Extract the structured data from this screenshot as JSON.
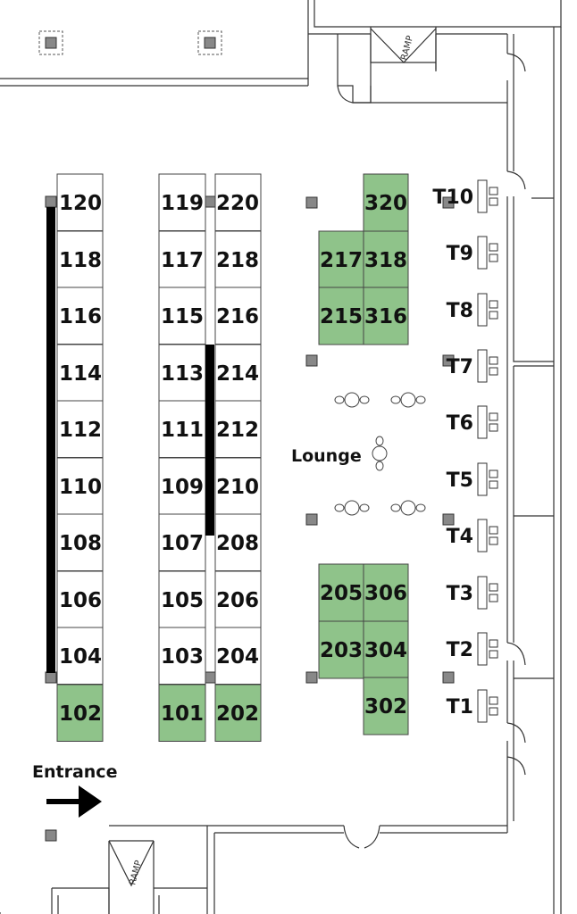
{
  "colors": {
    "available": "#ffffff",
    "reserved": "#8fc38a",
    "booth_border": "#444444",
    "divider": "#000000",
    "pillar": "#888888",
    "wall": "#333333"
  },
  "labels": {
    "lounge": "Lounge",
    "entrance": "Entrance",
    "ramp_top": "RAMP",
    "ramp_bottom": "RAMP"
  },
  "booth_columns": [
    {
      "name": "column-100-left",
      "booths": [
        {
          "id": "120",
          "reserved": false
        },
        {
          "id": "118",
          "reserved": false
        },
        {
          "id": "116",
          "reserved": false
        },
        {
          "id": "114",
          "reserved": false
        },
        {
          "id": "112",
          "reserved": false
        },
        {
          "id": "110",
          "reserved": false
        },
        {
          "id": "108",
          "reserved": false
        },
        {
          "id": "106",
          "reserved": false
        },
        {
          "id": "104",
          "reserved": false
        },
        {
          "id": "102",
          "reserved": true
        }
      ]
    },
    {
      "name": "column-100-right",
      "booths": [
        {
          "id": "119",
          "reserved": false
        },
        {
          "id": "117",
          "reserved": false
        },
        {
          "id": "115",
          "reserved": false
        },
        {
          "id": "113",
          "reserved": false
        },
        {
          "id": "111",
          "reserved": false
        },
        {
          "id": "109",
          "reserved": false
        },
        {
          "id": "107",
          "reserved": false
        },
        {
          "id": "105",
          "reserved": false
        },
        {
          "id": "103",
          "reserved": false
        },
        {
          "id": "101",
          "reserved": true
        }
      ]
    },
    {
      "name": "column-200",
      "booths": [
        {
          "id": "220",
          "reserved": false
        },
        {
          "id": "218",
          "reserved": false
        },
        {
          "id": "216",
          "reserved": false
        },
        {
          "id": "214",
          "reserved": false
        },
        {
          "id": "212",
          "reserved": false
        },
        {
          "id": "210",
          "reserved": false
        },
        {
          "id": "208",
          "reserved": false
        },
        {
          "id": "206",
          "reserved": false
        },
        {
          "id": "204",
          "reserved": false
        },
        {
          "id": "202",
          "reserved": true
        }
      ]
    }
  ],
  "island_booths": [
    {
      "id": "320",
      "reserved": true
    },
    {
      "id": "217",
      "reserved": true
    },
    {
      "id": "318",
      "reserved": true
    },
    {
      "id": "215",
      "reserved": true
    },
    {
      "id": "316",
      "reserved": true
    },
    {
      "id": "205",
      "reserved": true
    },
    {
      "id": "306",
      "reserved": true
    },
    {
      "id": "203",
      "reserved": true
    },
    {
      "id": "304",
      "reserved": true
    },
    {
      "id": "302",
      "reserved": true
    }
  ],
  "tables": [
    "T10",
    "T9",
    "T8",
    "T7",
    "T6",
    "T5",
    "T4",
    "T3",
    "T2",
    "T1"
  ]
}
